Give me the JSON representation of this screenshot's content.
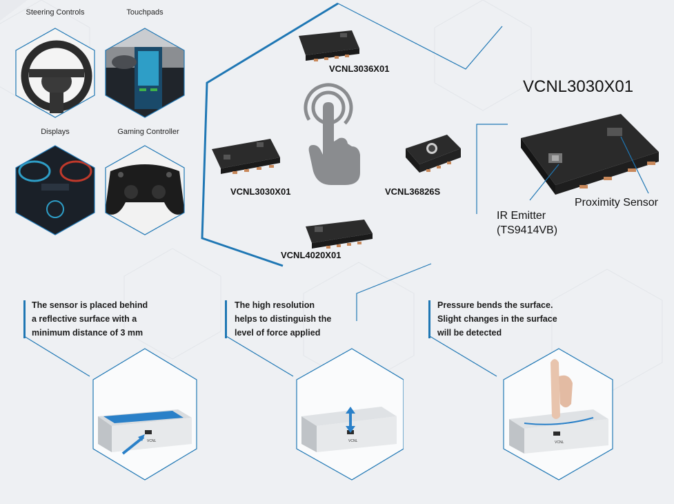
{
  "applications": [
    {
      "label": "Steering Controls"
    },
    {
      "label": "Touchpads"
    },
    {
      "label": "Displays"
    },
    {
      "label": "Gaming Controller"
    }
  ],
  "parts": {
    "top": "VCNL3036X01",
    "left": "VCNL3030X01",
    "right": "VCNL36826S",
    "bottom": "VCNL4020X01"
  },
  "detail": {
    "title": "VCNL3030X01",
    "ir_emitter": "IR Emitter",
    "ir_emitter_part": "(TS9414VB)",
    "proximity_sensor": "Proximity Sensor"
  },
  "steps": [
    {
      "line1": "The sensor is placed behind",
      "line2": "a reflective surface with a",
      "line3": "minimum distance of 3 mm"
    },
    {
      "line1": "The high resolution",
      "line2": "helps to distinguish the",
      "line3": "level of force applied"
    },
    {
      "line1": "Pressure bends the surface.",
      "line2": "Slight changes in the surface",
      "line3": "will be detected"
    }
  ],
  "device_chip_text": "VCNL",
  "colors": {
    "accent": "#1f77b4",
    "chip": "#2b2b2b",
    "pad": "#c8885a",
    "panel": "#2a80c8"
  }
}
